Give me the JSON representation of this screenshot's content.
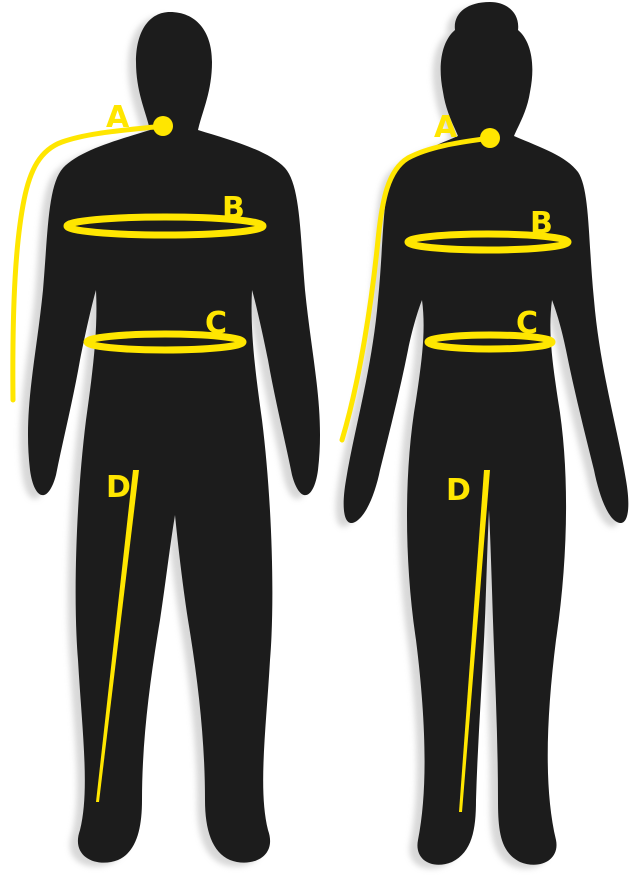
{
  "colors": {
    "silhouette": "#1c1c1c",
    "shadow": "#b8b8b8",
    "accent": "#ffe600",
    "background": "#ffffff"
  },
  "figures": [
    {
      "name": "male",
      "labels": {
        "a": "A",
        "b": "B",
        "c": "C",
        "d": "D"
      }
    },
    {
      "name": "female",
      "labels": {
        "a": "A",
        "b": "B",
        "c": "C",
        "d": "D"
      }
    }
  ]
}
